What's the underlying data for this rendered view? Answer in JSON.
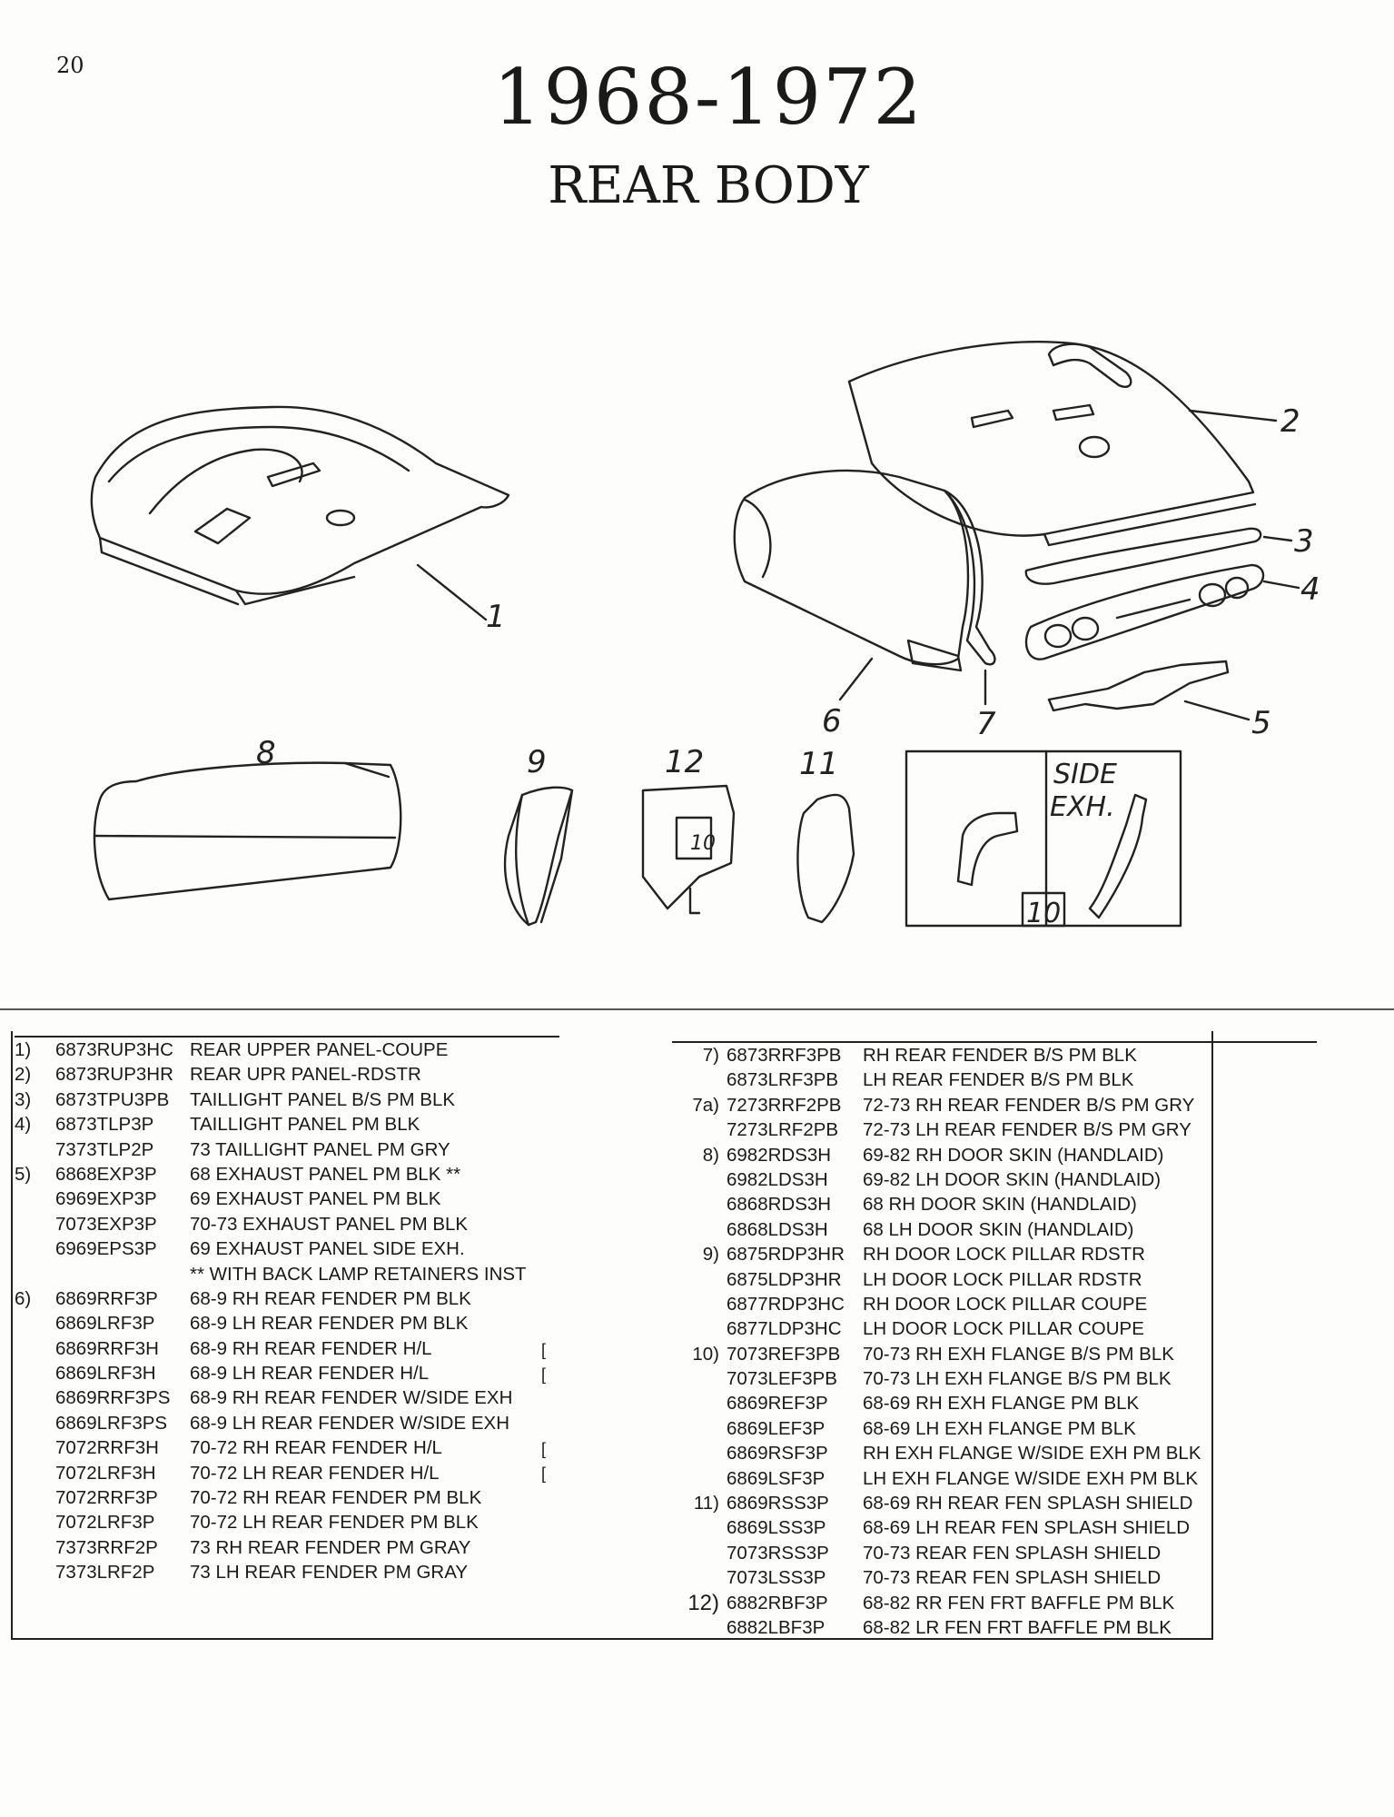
{
  "page": {
    "number": "20",
    "year": "1968-1972",
    "section": "REAR BODY"
  },
  "diagram": {
    "callouts": [
      "1",
      "2",
      "3",
      "4",
      "5",
      "6",
      "7",
      "8",
      "9",
      "12",
      "11",
      "10",
      "10"
    ],
    "inset_label_1": "SIDE",
    "inset_label_2": "EXH."
  },
  "parts_left": [
    {
      "num": "1)",
      "pn": "6873RUP3HC",
      "desc": "REAR UPPER PANEL-COUPE"
    },
    {
      "num": "2)",
      "pn": "6873RUP3HR",
      "desc": "REAR UPR PANEL-RDSTR"
    },
    {
      "num": "3)",
      "pn": "6873TPU3PB",
      "desc": "TAILLIGHT PANEL B/S PM BLK"
    },
    {
      "num": "4)",
      "pn": "6873TLP3P",
      "desc": "TAILLIGHT PANEL PM BLK"
    },
    {
      "num": "",
      "pn": "7373TLP2P",
      "desc": "73 TAILLIGHT PANEL PM GRY"
    },
    {
      "num": "5)",
      "pn": "6868EXP3P",
      "desc": "68 EXHAUST PANEL PM BLK **"
    },
    {
      "num": "",
      "pn": "6969EXP3P",
      "desc": "69 EXHAUST PANEL PM BLK"
    },
    {
      "num": "",
      "pn": "7073EXP3P",
      "desc": "70-73 EXHAUST PANEL PM BLK"
    },
    {
      "num": "",
      "pn": "6969EPS3P",
      "desc": "69 EXHAUST PANEL SIDE EXH."
    },
    {
      "num": "",
      "pn": "",
      "desc": "** WITH BACK LAMP RETAINERS INST"
    },
    {
      "num": "6)",
      "pn": "6869RRF3P",
      "desc": "68-9 RH REAR FENDER PM BLK"
    },
    {
      "num": "",
      "pn": "6869LRF3P",
      "desc": "68-9 LH REAR FENDER PM BLK"
    },
    {
      "num": "",
      "pn": "6869RRF3H",
      "desc": "68-9 RH REAR FENDER H/L"
    },
    {
      "num": "",
      "pn": "6869LRF3H",
      "desc": "68-9 LH REAR FENDER H/L"
    },
    {
      "num": "",
      "pn": "6869RRF3PS",
      "desc": "68-9 RH REAR FENDER W/SIDE EXH"
    },
    {
      "num": "",
      "pn": "6869LRF3PS",
      "desc": "68-9 LH REAR FENDER W/SIDE EXH"
    },
    {
      "num": "",
      "pn": "7072RRF3H",
      "desc": "70-72 RH REAR FENDER H/L"
    },
    {
      "num": "",
      "pn": "7072LRF3H",
      "desc": "70-72 LH REAR FENDER H/L"
    },
    {
      "num": "",
      "pn": "7072RRF3P",
      "desc": "70-72 RH REAR FENDER PM BLK"
    },
    {
      "num": "",
      "pn": "7072LRF3P",
      "desc": "70-72 LH REAR FENDER PM BLK"
    },
    {
      "num": "",
      "pn": "7373RRF2P",
      "desc": "73 RH REAR FENDER PM GRAY"
    },
    {
      "num": "",
      "pn": "7373LRF2P",
      "desc": "73 LH REAR FENDER PM GRAY"
    }
  ],
  "bracket_glyph": "[",
  "parts_right": [
    {
      "num": "7)",
      "pn": "6873RRF3PB",
      "desc": "RH REAR FENDER B/S PM BLK"
    },
    {
      "num": "",
      "pn": "6873LRF3PB",
      "desc": "LH REAR FENDER B/S PM BLK"
    },
    {
      "num": "7a)",
      "pn": "7273RRF2PB",
      "desc": "72-73 RH REAR FENDER B/S PM GRY"
    },
    {
      "num": "",
      "pn": "7273LRF2PB",
      "desc": "72-73 LH REAR FENDER B/S PM GRY"
    },
    {
      "num": "8)",
      "pn": "6982RDS3H",
      "desc": "69-82 RH DOOR SKIN (HANDLAID)"
    },
    {
      "num": "",
      "pn": "6982LDS3H",
      "desc": "69-82 LH DOOR SKIN (HANDLAID)"
    },
    {
      "num": "",
      "pn": "6868RDS3H",
      "desc": "68 RH DOOR SKIN (HANDLAID)"
    },
    {
      "num": "",
      "pn": "6868LDS3H",
      "desc": "68 LH DOOR SKIN (HANDLAID)"
    },
    {
      "num": "9)",
      "pn": "6875RDP3HR",
      "desc": "RH DOOR LOCK PILLAR RDSTR"
    },
    {
      "num": "",
      "pn": "6875LDP3HR",
      "desc": "LH DOOR LOCK PILLAR RDSTR"
    },
    {
      "num": "",
      "pn": "6877RDP3HC",
      "desc": "RH DOOR LOCK PILLAR COUPE"
    },
    {
      "num": "",
      "pn": "6877LDP3HC",
      "desc": "LH DOOR LOCK PILLAR COUPE"
    },
    {
      "num": "10)",
      "pn": "7073REF3PB",
      "desc": "70-73 RH EXH FLANGE B/S PM BLK"
    },
    {
      "num": "",
      "pn": "7073LEF3PB",
      "desc": "70-73 LH EXH FLANGE B/S PM BLK"
    },
    {
      "num": "",
      "pn": "6869REF3P",
      "desc": "68-69 RH EXH FLANGE PM BLK"
    },
    {
      "num": "",
      "pn": "6869LEF3P",
      "desc": "68-69 LH EXH FLANGE PM BLK"
    },
    {
      "num": "",
      "pn": "6869RSF3P",
      "desc": "RH EXH FLANGE W/SIDE EXH PM BLK"
    },
    {
      "num": "",
      "pn": "6869LSF3P",
      "desc": "LH EXH FLANGE W/SIDE EXH PM BLK"
    },
    {
      "num": "11)",
      "pn": "6869RSS3P",
      "desc": "68-69 RH REAR FEN SPLASH SHIELD"
    },
    {
      "num": "",
      "pn": "6869LSS3P",
      "desc": "68-69 LH REAR FEN SPLASH SHIELD"
    },
    {
      "num": "",
      "pn": "7073RSS3P",
      "desc": "70-73 REAR FEN SPLASH SHIELD"
    },
    {
      "num": "",
      "pn": "7073LSS3P",
      "desc": "70-73 REAR FEN SPLASH SHIELD"
    },
    {
      "num": "12)",
      "pn": "6882RBF3P",
      "desc": "68-82 RR FEN FRT BAFFLE PM BLK"
    },
    {
      "num": "",
      "pn": "6882LBF3P",
      "desc": "68-82 LR FEN FRT BAFFLE PM BLK"
    }
  ]
}
